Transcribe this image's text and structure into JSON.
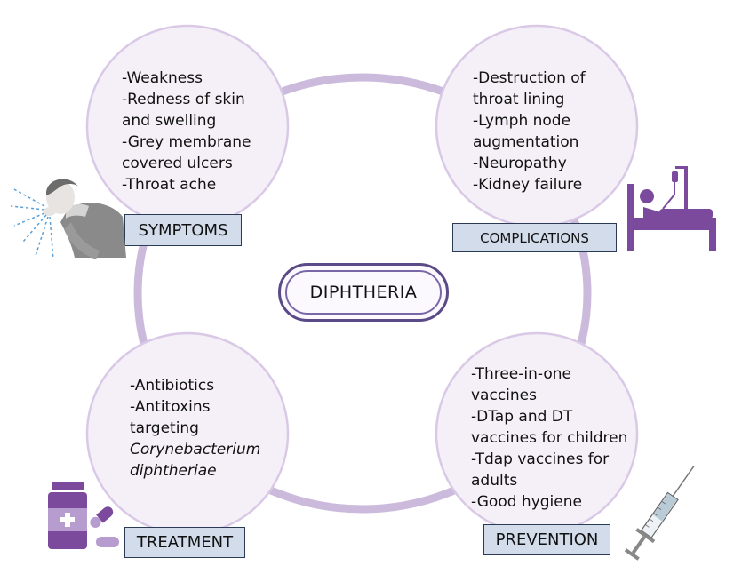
{
  "center": {
    "label": "DIPHTHERIA"
  },
  "quadrants": [
    {
      "id": "symptoms",
      "label": "SYMPTOMS",
      "icon": "coughing-person-icon",
      "items": [
        "-Weakness",
        "-Redness of skin",
        "and swelling",
        "-Grey membrane",
        "covered ulcers",
        "-Throat ache"
      ]
    },
    {
      "id": "complications",
      "label": "COMPLICATIONS",
      "icon": "hospital-bed-icon",
      "items": [
        "-Destruction of",
        "throat lining",
        "-Lymph node",
        "augmentation",
        "-Neuropathy",
        "-Kidney failure"
      ]
    },
    {
      "id": "treatment",
      "label": "TREATMENT",
      "icon": "medicine-bottle-icon",
      "items": [
        "-Antibiotics",
        "-Antitoxins",
        "targeting"
      ],
      "italic_items": [
        "Corynebacterium",
        "diphtheriae"
      ]
    },
    {
      "id": "prevention",
      "label": "PREVENTION",
      "icon": "syringe-icon",
      "items": [
        "-Three-in-one",
        "vaccines",
        "-DTap and DT",
        "vaccines for children",
        "-Tdap vaccines for",
        "adults",
        "-Good hygiene"
      ]
    }
  ],
  "colors": {
    "circle_fill": "#f5f0f8",
    "circle_stroke": "#d9c9e6",
    "ring": "#cbbadc",
    "label_fill": "#d3dcea",
    "label_border": "#2b3a55",
    "accent_purple": "#7b4a9c"
  }
}
